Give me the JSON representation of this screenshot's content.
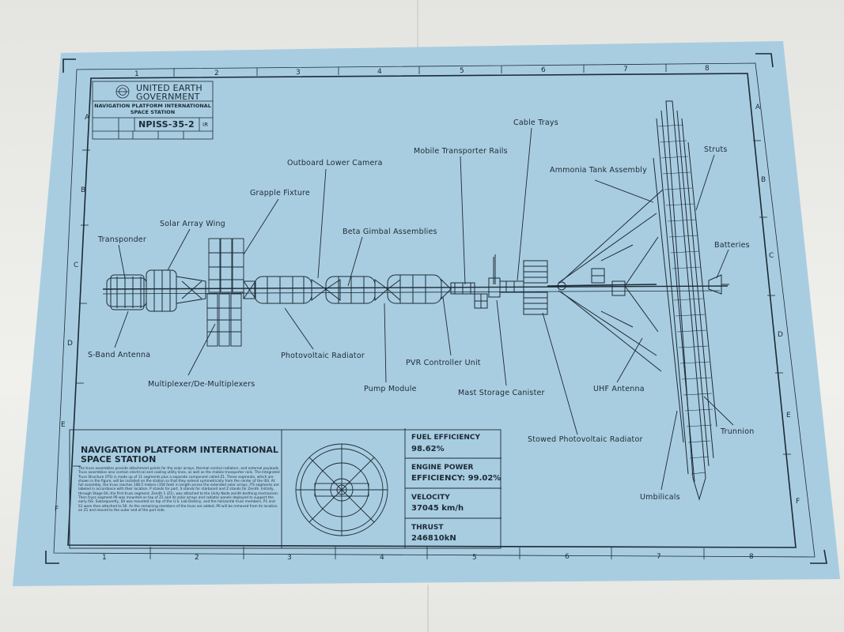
{
  "header": {
    "org_line1": "UNITED EARTH",
    "org_line2": "GOVERNMENT",
    "doc_title_line1": "NAVIGATION PLATFORM INTERNATIONAL",
    "doc_title_line2": "SPACE STATION",
    "doc_id": "NPISS-35-2",
    "rev": "IR"
  },
  "grid": {
    "top_numbers": [
      "1",
      "2",
      "3",
      "4",
      "5",
      "6",
      "7",
      "8"
    ],
    "bottom_numbers": [
      "1",
      "2",
      "3",
      "4",
      "5",
      "6",
      "7",
      "8"
    ],
    "left_letters": [
      "A",
      "B",
      "C",
      "D",
      "E",
      "F"
    ],
    "right_letters": [
      "A",
      "B",
      "C",
      "D",
      "E",
      "F"
    ]
  },
  "callouts": {
    "transponder": "Transponder",
    "solar_array_wing": "Solar Array Wing",
    "grapple_fixture": "Grapple Fixture",
    "outboard_lower_camera": "Outboard Lower Camera",
    "beta_gimbal": "Beta Gimbal Assemblies",
    "mobile_transporter_rails": "Mobile Transporter Rails",
    "cable_trays": "Cable Trays",
    "ammonia_tank": "Ammonia Tank Assembly",
    "struts": "Struts",
    "batteries": "Batteries",
    "s_band_antenna": "S-Band Antenna",
    "multiplexer": "Multiplexer/De-Multiplexers",
    "photovoltaic_radiator": "Photovoltaic Radiator",
    "pump_module": "Pump Module",
    "pvr_controller": "PVR Controller Unit",
    "mast_storage": "Mast Storage Canister",
    "uhf_antenna": "UHF Antenna",
    "trunnion": "Trunnion",
    "stowed_pv_radiator": "Stowed Photovoltaic Radiator",
    "umbilicals": "Umbilicals"
  },
  "description": {
    "title_line1": "NAVIGATION PLATFORM INTERNATIONAL",
    "title_line2": "SPACE STATION",
    "body": "The truss assemblies provide attachment points for the solar arrays, thermal control radiators, and external payloads. Truss assemblies also contain electrical and cooling utility lines, as well as the mobile transporter rails. The Integrated Truss Structure (ITS) is made up of 11 segments plus a separate component called Z1. These segments, which are shown in the figure, will be installed on the station so that they extend symmetrically from the center of the ISS. At full assembly, the truss reaches 108.5 meters (356 feet) in length across the extended solar arrays. ITS segments are labeled in accordance with their location. P stands for port, S stands for starboard and Z stands for Zenith. Initially, through Stage 6A, the first truss segment, Zenith 1 (Z1), was attached to the Unity Node zenith berthing mechanism. Then truss segment P6 was mounted on top of Z1 and its solar arrays and radiator panels deployed to support the early ISS. Subsequently, S0 was mounted on top of the U.S. Lab Destiny, and the horizontal truss members, P1 and S1 were then attached to S0. As the remaining members of the truss are added, P6 will be removed from its location on Z1 and moved to the outer end of the port side."
  },
  "stats": {
    "fuel_label": "FUEL EFFICIENCY",
    "fuel_value": "98.62%",
    "engine_label_line1": "ENGINE POWER",
    "engine_label_line2": "EFFICIENCY: 99.02%",
    "velocity_label": "VELOCITY",
    "velocity_value": "37045 km/h",
    "thrust_label": "THRUST",
    "thrust_value": "246810kN"
  },
  "colors": {
    "paper": "#a9cde0",
    "ink": "#1c2a36",
    "wall": "#e9eae6"
  }
}
